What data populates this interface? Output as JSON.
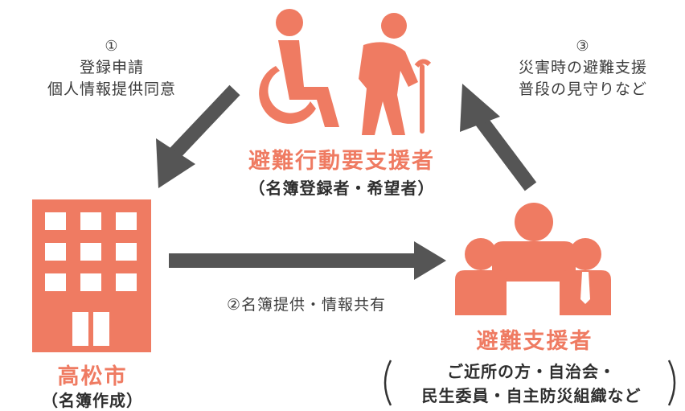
{
  "colors": {
    "accent": "#ef7b62",
    "arrow": "#555555",
    "text": "#333333"
  },
  "top_actor": {
    "icon": "wheelchair-and-elderly-person-icon",
    "title": "避難行動要支援者",
    "subtitle": "（名簿登録者・希望者）"
  },
  "left_actor": {
    "icon": "city-building-icon",
    "title": "高松市",
    "subtitle": "（名簿作成）"
  },
  "right_actor": {
    "icon": "group-of-people-icon",
    "title": "避難支援者",
    "subtitle_line1": "ご近所の方・自治会・",
    "subtitle_line2": "民生委員・自主防災組織など"
  },
  "flows": {
    "step1": {
      "number": "①",
      "line1": "登録申請",
      "line2": "個人情報提供同意"
    },
    "step2": {
      "label": "②名簿提供・情報共有"
    },
    "step3": {
      "number": "③",
      "line1": "災害時の避難支援",
      "line2": "普段の見守りなど"
    }
  }
}
